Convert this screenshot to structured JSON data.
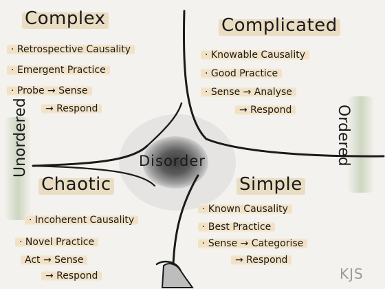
{
  "diagram": {
    "quadrants": {
      "complex": {
        "title": "Complex",
        "items": [
          "· Retrospective Causality",
          "· Emergent Practice",
          "· Probe → Sense",
          "→ Respond"
        ]
      },
      "complicated": {
        "title": "Complicated",
        "items": [
          "· Knowable Causality",
          "· Good Practice",
          "· Sense → Analyse",
          "→ Respond"
        ]
      },
      "chaotic": {
        "title": "Chaotic",
        "items": [
          "· Incoherent Causality",
          "· Novel Practice",
          "Act → Sense",
          "→ Respond"
        ]
      },
      "simple": {
        "title": "Simple",
        "items": [
          "· Known Causality",
          "· Best Practice",
          "· Sense → Categorise",
          "→ Respond"
        ]
      }
    },
    "center_label": "Disorder",
    "axis_labels": {
      "left": "Unordered",
      "right": "Ordered"
    },
    "signature": "KJS",
    "colors": {
      "highlight": "#f1e2c6",
      "ink": "#1a1a1a",
      "disorder_shading": "#4a4a4a",
      "side_wash_green": "#c9d3bd"
    }
  }
}
